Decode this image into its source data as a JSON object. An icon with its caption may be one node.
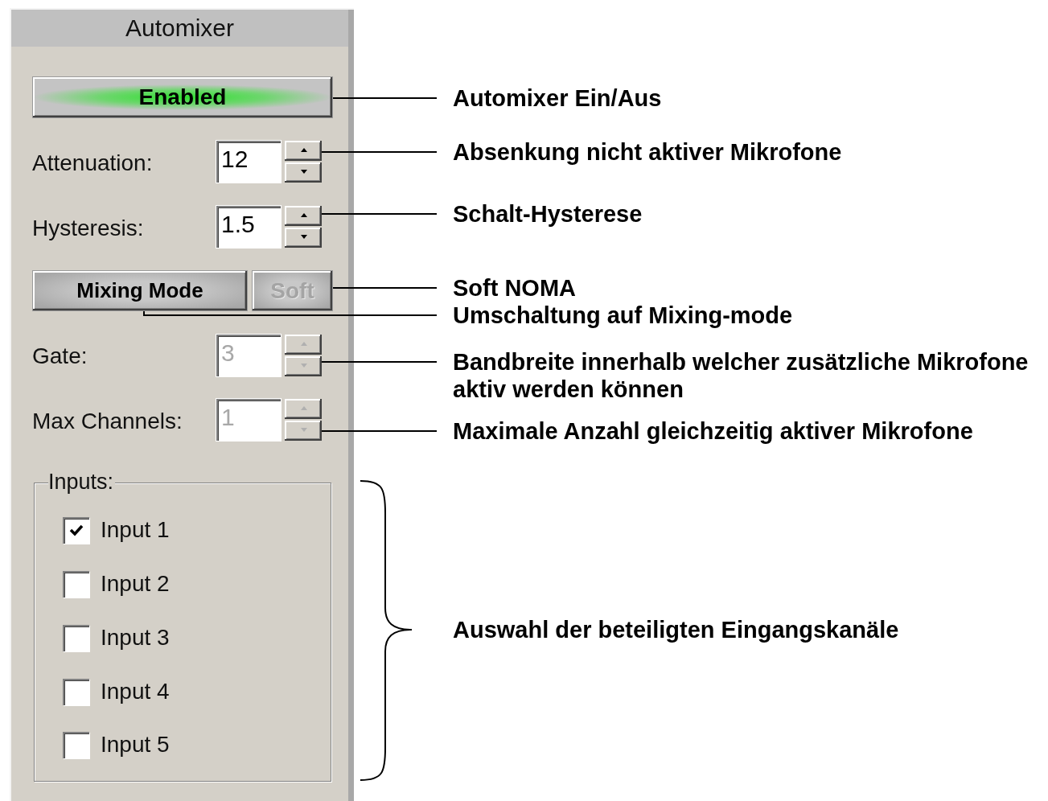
{
  "diagram": {
    "nodes": [
      {
        "text": [
          "Automixer"
        ]
      },
      {
        "text": [
          "Enabled"
        ],
        "in": 0
      },
      {
        "text": [
          "12"
        ],
        "in": 0
      },
      {
        "text": [
          "1.5"
        ],
        "in": 0
      },
      {
        "text": [
          "Mixing Mode"
        ],
        "in": 0
      },
      {
        "text": [
          "Soft"
        ],
        "in": 0
      },
      {
        "text": [
          "3"
        ],
        "in": 0
      },
      {
        "text": [
          "1"
        ],
        "in": 0
      },
      {
        "text": [
          "Inputs:"
        ],
        "in": 0
      },
      {
        "text": [
          "Input 1"
        ],
        "in": 8
      },
      {
        "text": [
          "Input 2"
        ],
        "in": 8
      },
      {
        "text": [
          "Input 3"
        ],
        "in": 8
      },
      {
        "text": [
          "Input 4"
        ],
        "in": 8
      },
      {
        "text": [
          "Input 5"
        ],
        "in": 8
      },
      {
        "text": [
          "Automixer Ein/Aus"
        ]
      },
      {
        "text": [
          "Absenkung nicht aktiver Mikrofone"
        ]
      },
      {
        "text": [
          "Schalt-Hysterese"
        ]
      },
      {
        "text": [
          "Soft NOMA"
        ]
      },
      {
        "text": [
          "Umschaltung auf Mixing-mode"
        ]
      },
      {
        "text": [
          "Bandbreite innerhalb welcher zusätzliche Mikrofone aktiv werden können"
        ]
      },
      {
        "text": [
          "Maximale Anzahl gleichzeitig aktiver Mikrofone"
        ]
      },
      {
        "text": [
          "Auswahl der beteiligten Eingangskanäle"
        ]
      }
    ],
    "edges": [
      {
        "from": 14,
        "to": 1,
        "arrow": "none"
      },
      {
        "from": 15,
        "to": 2,
        "arrow": "none"
      },
      {
        "from": 16,
        "to": 3,
        "arrow": "none"
      },
      {
        "from": 17,
        "to": 5,
        "arrow": "none"
      },
      {
        "from": 18,
        "to": 4,
        "arrow": "none"
      },
      {
        "from": 19,
        "to": 6,
        "arrow": "none"
      },
      {
        "from": 20,
        "to": 7,
        "arrow": "none"
      }
    ],
    "labels": [
      "Attenuation:",
      "Hysteresis:",
      "Gate:",
      "Max Channels:"
    ]
  }
}
